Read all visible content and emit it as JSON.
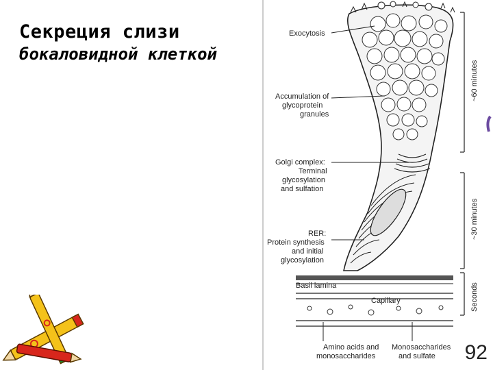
{
  "slide": {
    "title_line1": "Секреция слизи",
    "title_line2": "бокаловидной клеткой",
    "page_number": "92"
  },
  "figure": {
    "labels": {
      "exocytosis": "Exocytosis",
      "accumulation": [
        "Accumulation of",
        "glycoprotein",
        "granules"
      ],
      "golgi": [
        "Golgi complex:",
        "Terminal",
        "glycosylation",
        "and sulfation"
      ],
      "rer": [
        "RER:",
        "Protein synthesis",
        "and initial",
        "glycosylation"
      ],
      "basal_lamina": "Basil lamina",
      "capillary": "Capillary",
      "amino": [
        "Amino acids and",
        "monosaccharides"
      ],
      "mono": [
        "Monosaccharides",
        "and sulfate"
      ]
    },
    "timeline": {
      "t1": "~60 minutes",
      "t2": "~30 minutes",
      "t3": "Seconds"
    }
  },
  "clipart": {
    "icon": "pencils-icon"
  },
  "colors": {
    "pencil_yellow": "#f4c21a",
    "pencil_red": "#d8261c",
    "pencil_green": "#1d8a2c"
  }
}
